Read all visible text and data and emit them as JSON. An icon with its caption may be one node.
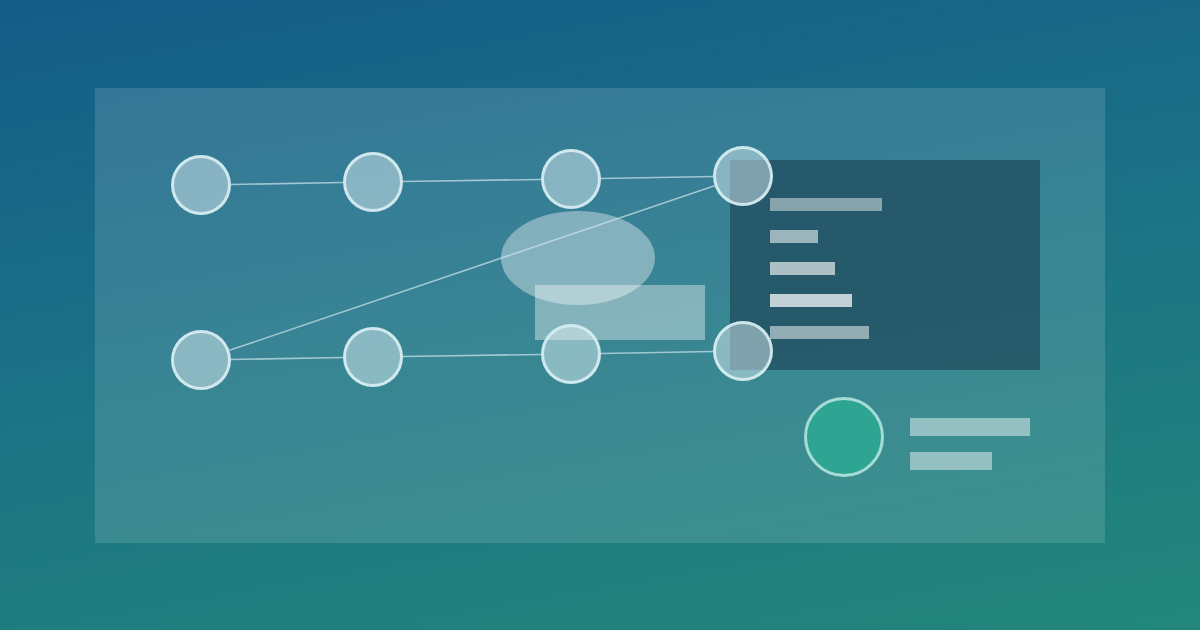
{
  "diagram": {
    "nodes": [
      {
        "text": [],
        "shape": "circle"
      },
      {
        "text": [],
        "shape": "circle"
      },
      {
        "text": [],
        "shape": "circle"
      },
      {
        "text": [],
        "shape": "circle"
      },
      {
        "text": [],
        "shape": "circle"
      },
      {
        "text": [],
        "shape": "circle"
      },
      {
        "text": [],
        "shape": "circle"
      },
      {
        "text": [],
        "shape": "circle"
      },
      {
        "text": [],
        "shape": "circle"
      }
    ],
    "edges": [
      {
        "from": 0,
        "to": 1,
        "arrow": "none"
      },
      {
        "from": 1,
        "to": 2,
        "arrow": "none"
      },
      {
        "from": 2,
        "to": 3,
        "arrow": "none"
      },
      {
        "from": 4,
        "to": 5,
        "arrow": "none"
      },
      {
        "from": 5,
        "to": 6,
        "arrow": "none"
      },
      {
        "from": 6,
        "to": 7,
        "arrow": "none"
      },
      {
        "from": 4,
        "to": 3,
        "arrow": "none"
      }
    ]
  }
}
